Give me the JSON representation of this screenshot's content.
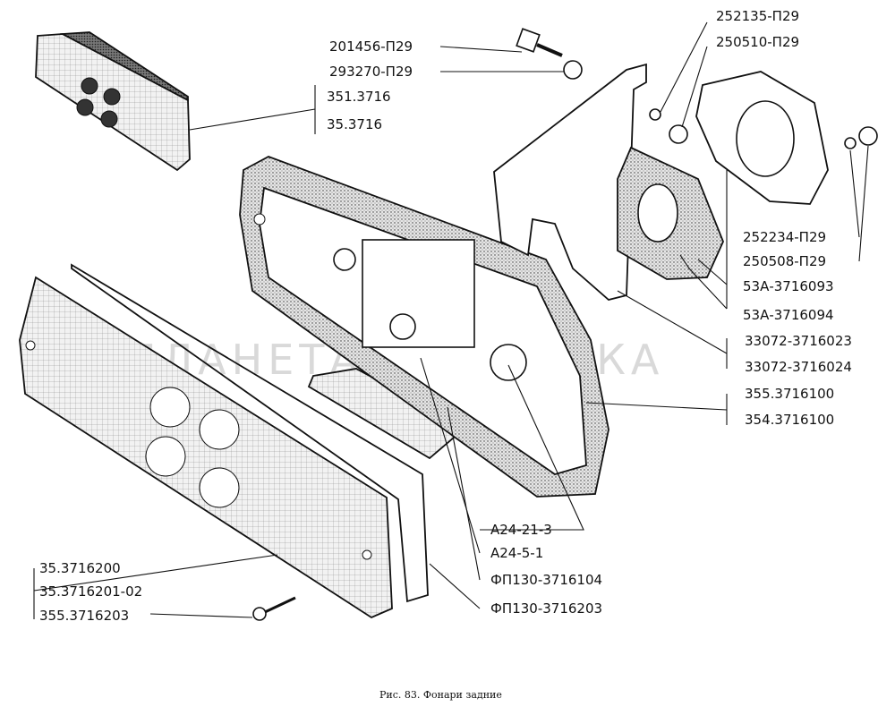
{
  "figure": {
    "caption": "Рис. 83.  Фонари задние",
    "watermark": "ПЛАНЕТА ЖЕЛЕЗЯКА"
  },
  "labels": {
    "bolt": "201456-П29",
    "lock_washer_top": "293270-П29",
    "lamp_assembly_a": "351.3716",
    "lamp_assembly_b": "35.3716",
    "washer_small": "252135-П29",
    "nut_small": "250510-П29",
    "washer_right": "252234-П29",
    "nut_right": "250508-П29",
    "gasket_a": "53А-3716093",
    "gasket_b": "53А-3716094",
    "bracket_a": "33072-3716023",
    "bracket_b": "33072-3716024",
    "housing_a": "355.3716100",
    "housing_b": "354.3716100",
    "bulb_a": "А24-21-3",
    "bulb_b": "А24-5-1",
    "reflector": "ФП130-3716104",
    "lens_gasket": "ФП130-3716203",
    "lens_a": "35.3716200",
    "lens_b": "35.3716201-02",
    "screw": "355.3716203"
  }
}
